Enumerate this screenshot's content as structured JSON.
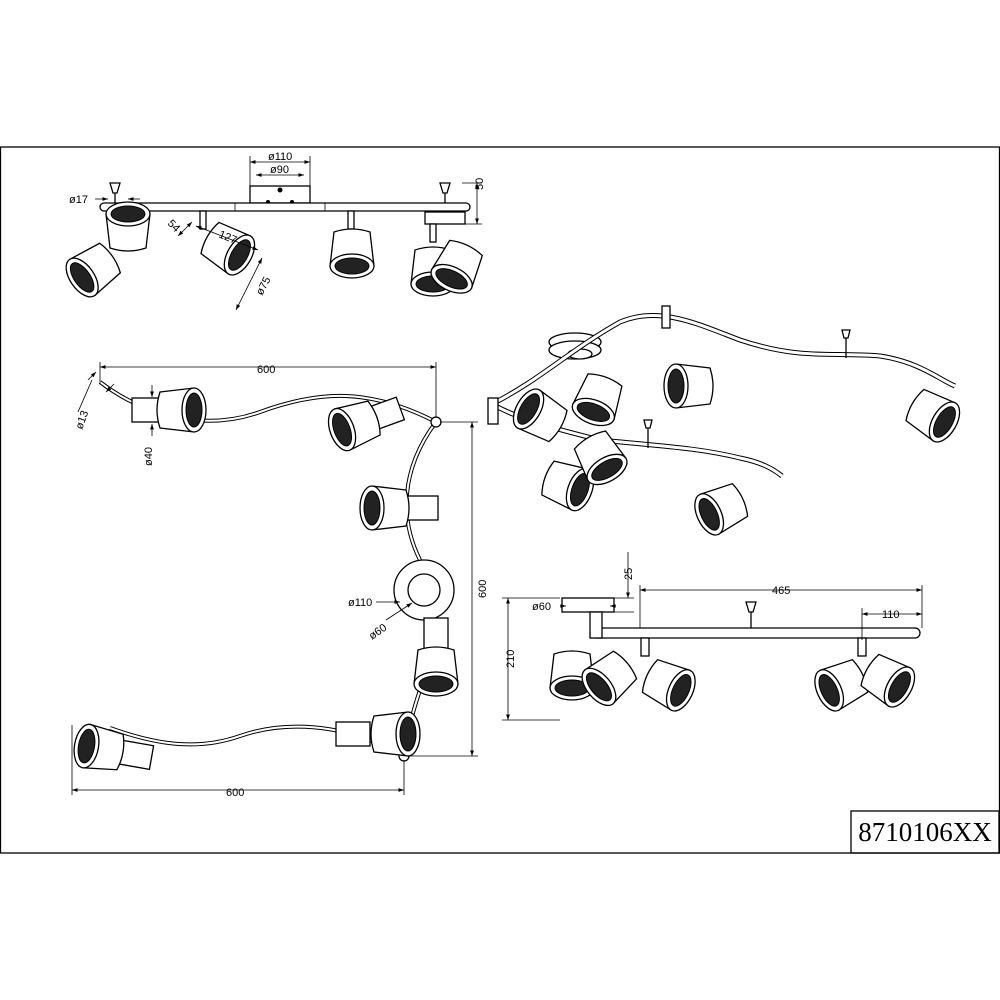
{
  "product_code": "8710106XX",
  "top_view": {
    "d110": "ø110",
    "d90": "ø90",
    "d17": "ø17",
    "h50": "50",
    "len127": "127",
    "len54": "54",
    "d75": "ø75"
  },
  "plan_view": {
    "len600_top": "600",
    "len600_right": "600",
    "len600_bottom": "600",
    "d13": "ø13",
    "d40": "ø40",
    "d110": "ø110",
    "d60": "ø60"
  },
  "side_view": {
    "h25": "25",
    "len465": "465",
    "d60": "ø60",
    "len110": "110",
    "h210": "210"
  }
}
